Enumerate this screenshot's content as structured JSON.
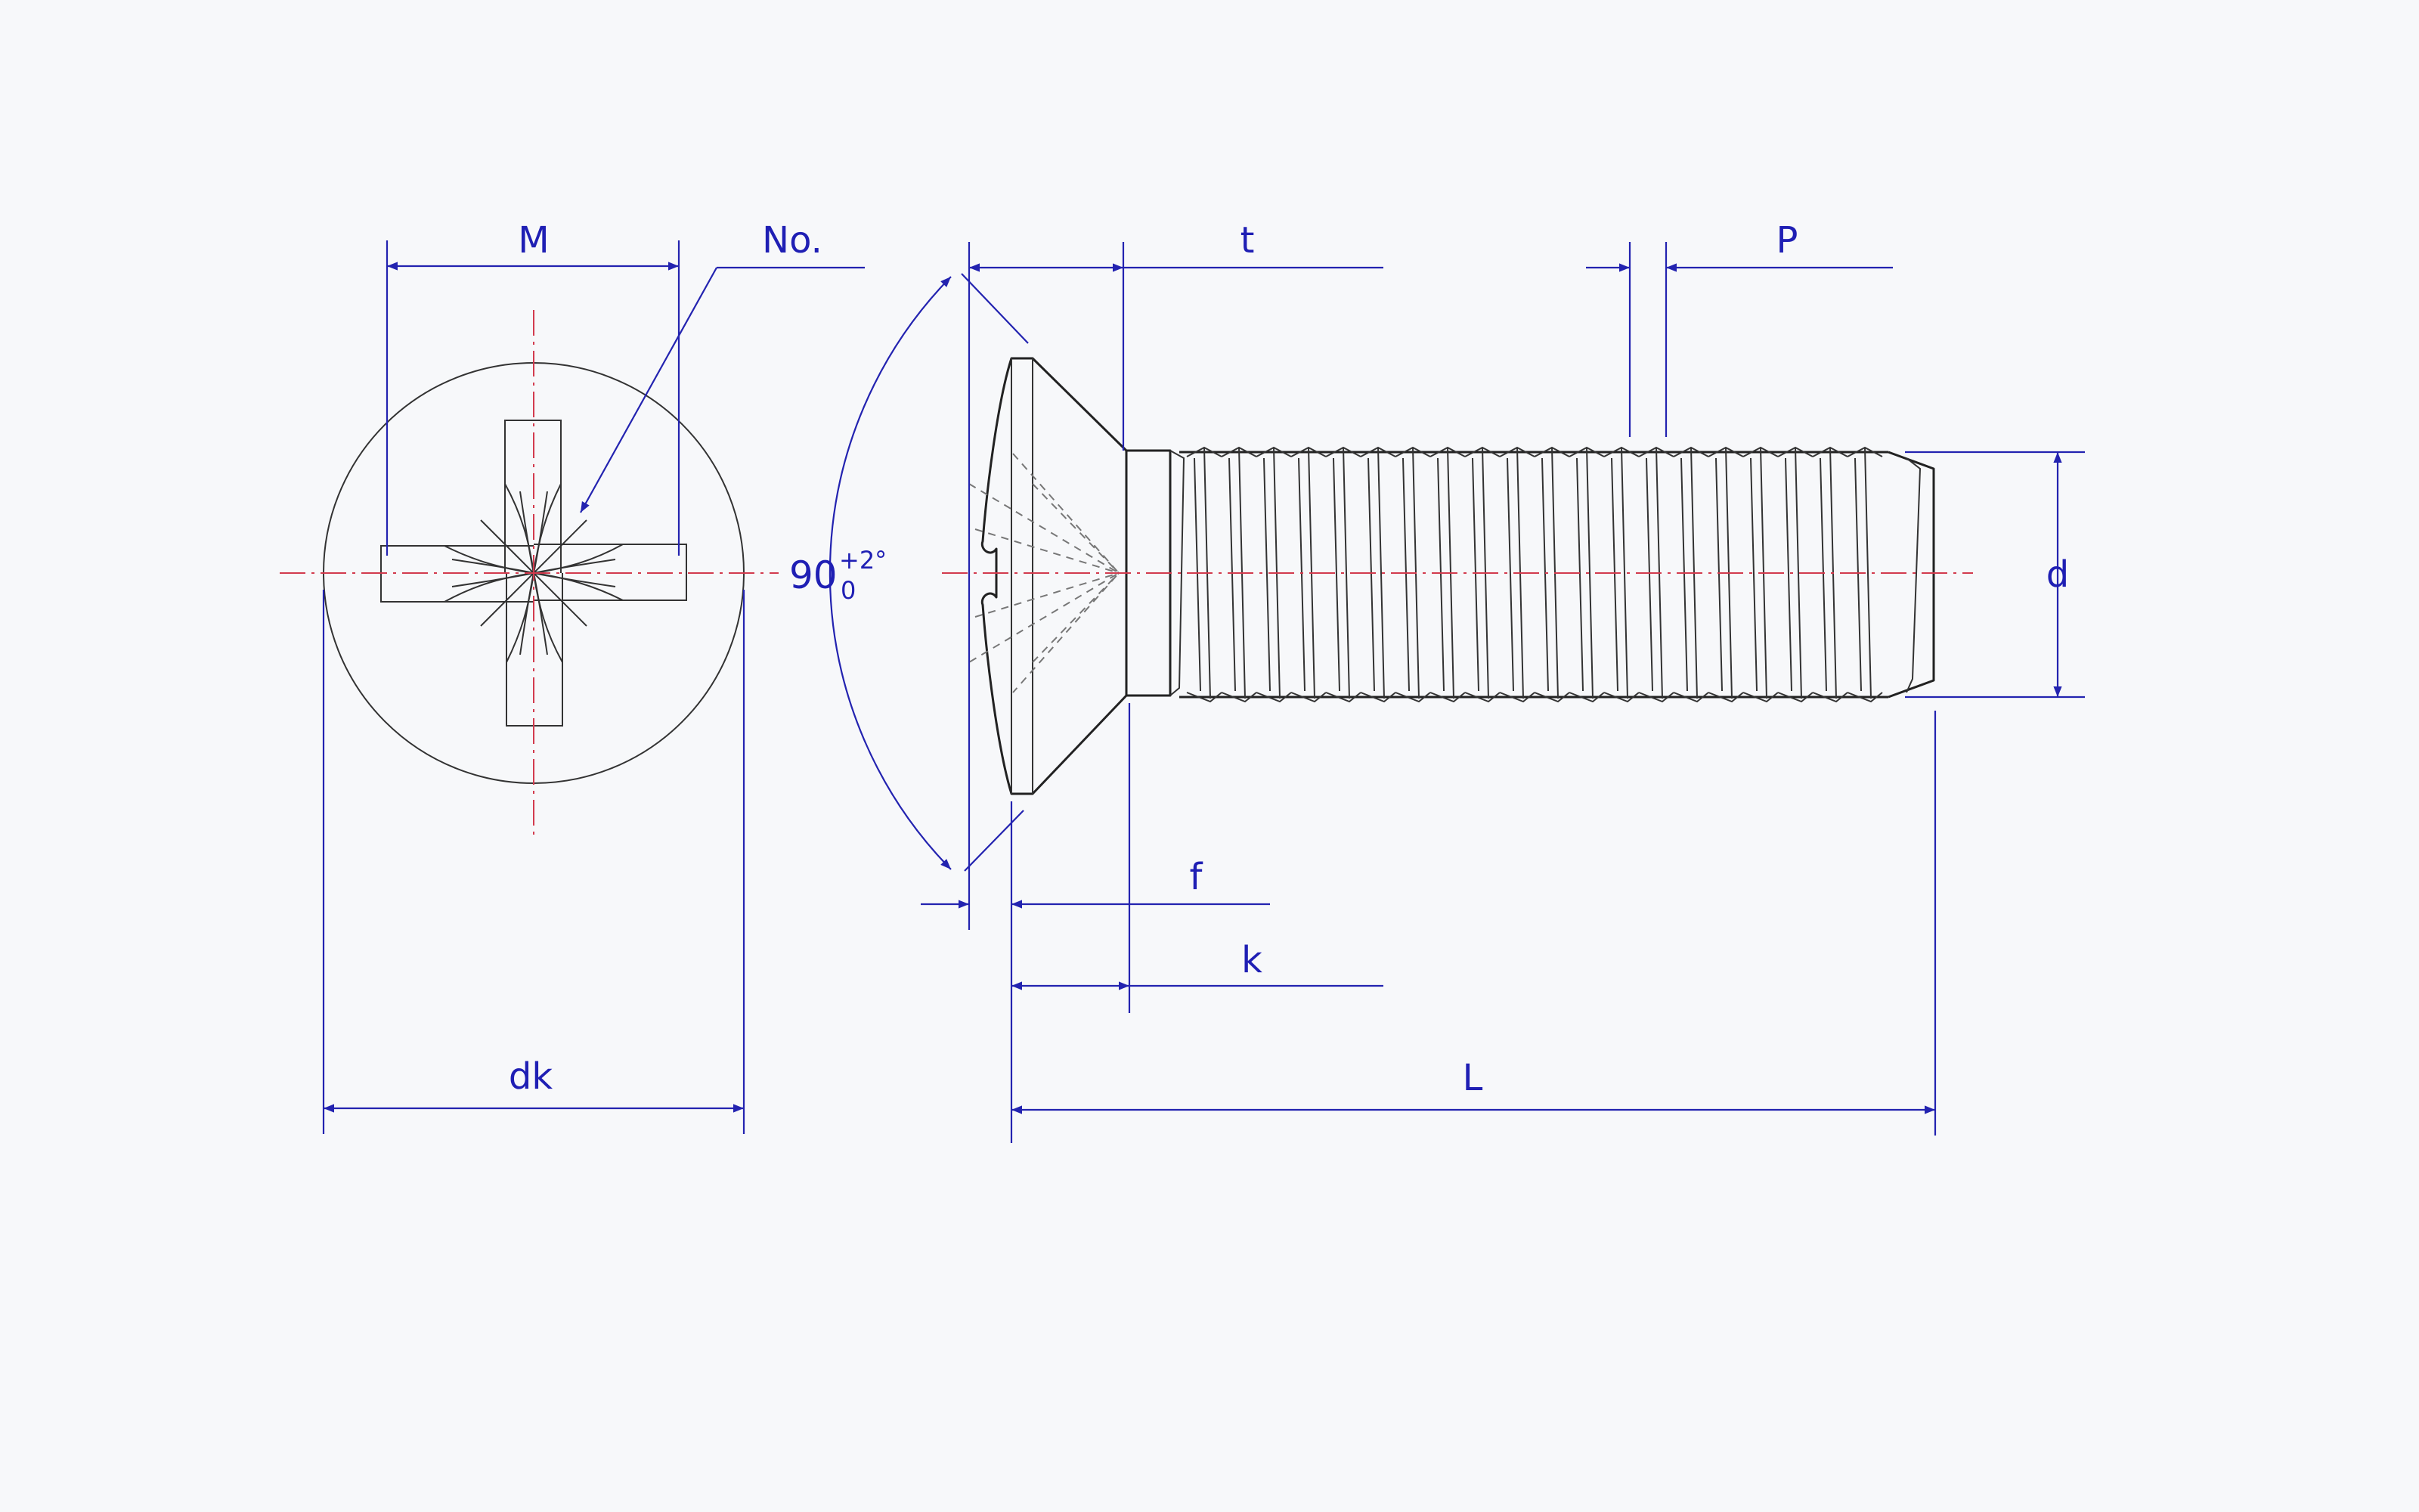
{
  "labels": {
    "M": "M",
    "No": "No.",
    "t": "t",
    "P": "P",
    "d": "d",
    "angle_value": "90",
    "angle_tol_upper": "+2°",
    "angle_tol_lower": "0",
    "f": "f",
    "k": "k",
    "dk": "dk",
    "L": "L"
  },
  "colors": {
    "dimension": "#2323b0",
    "centerline": "#d23b4e",
    "outline": "#222222"
  }
}
